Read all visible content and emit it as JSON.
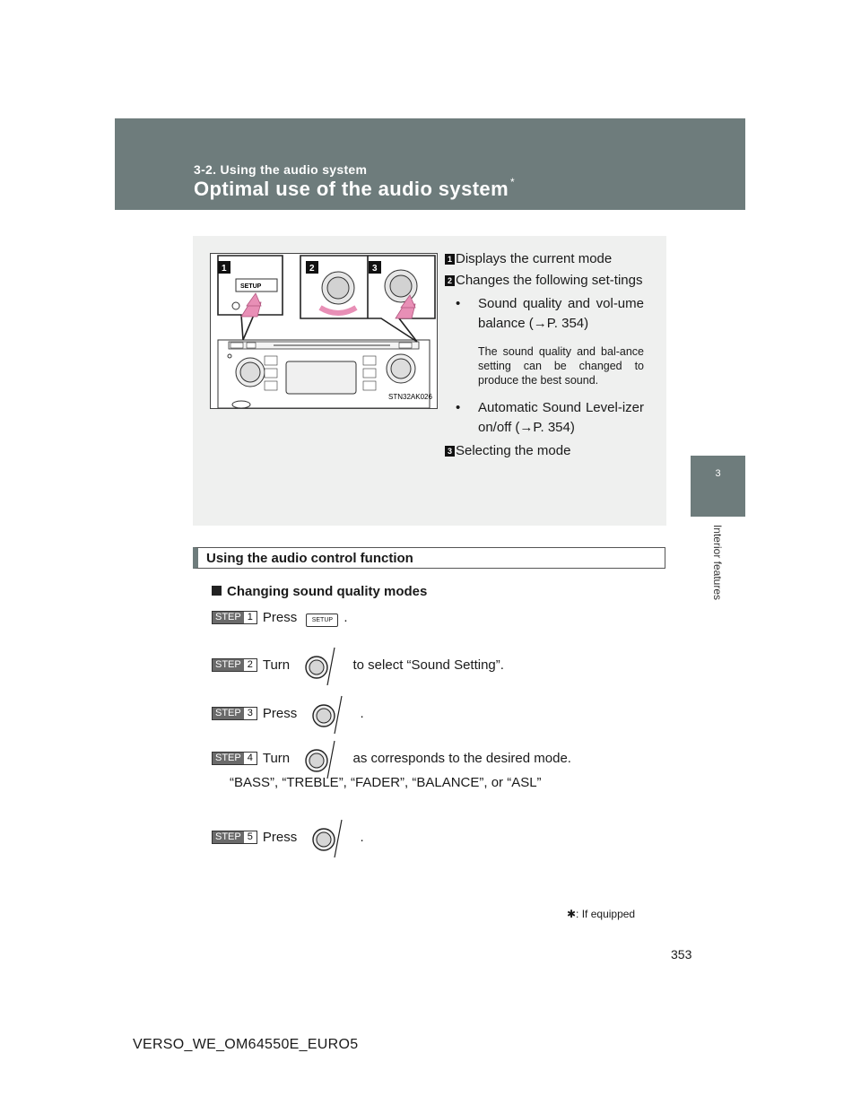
{
  "header": {
    "section": "3-2. Using the audio system",
    "title": "Optimal use of the audio system",
    "title_marker": "*"
  },
  "side_tab": {
    "chapter": "3",
    "label": "Interior features"
  },
  "diagram": {
    "badge1": "1",
    "badge2": "2",
    "badge3": "3",
    "setup_label": "SETUP",
    "code": "STN32AK026"
  },
  "callouts": {
    "n1": "1",
    "n2": "2",
    "n3": "3",
    "item1": "Displays the current mode",
    "item2": "Changes the following set-tings",
    "bullet1": "Sound quality and vol-ume balance (→P. 354)",
    "note": "The sound quality and bal-ance setting can be changed to produce the best sound.",
    "bullet2": "Automatic Sound Level-izer on/off (→P. 354)",
    "item3": "Selecting the mode"
  },
  "section_heading": "Using the audio control function",
  "subheading": "Changing sound quality modes",
  "steps": [
    {
      "badge": "STEP",
      "num": "1",
      "before": "Press",
      "after": ".",
      "key": "SETUP"
    },
    {
      "badge": "STEP",
      "num": "2",
      "before": "Turn",
      "after": "to select “Sound Setting”."
    },
    {
      "badge": "STEP",
      "num": "3",
      "before": "Press",
      "after": "."
    },
    {
      "badge": "STEP",
      "num": "4",
      "before": "Turn",
      "after": "as corresponds to the desired mode."
    },
    {
      "badge": "STEP",
      "num": "5",
      "before": "Press",
      "after": "."
    }
  ],
  "options_text": "“BASS”, “TREBLE”, “FADER”, “BALANCE”, or “ASL”",
  "footnote": "✱: If equipped",
  "page_number": "353",
  "footer_code": "VERSO_WE_OM64550E_EURO5",
  "colors": {
    "header_bg": "#6e7c7c",
    "panel_bg": "#eff0ef",
    "arrow_pink": "#e88fb6"
  }
}
